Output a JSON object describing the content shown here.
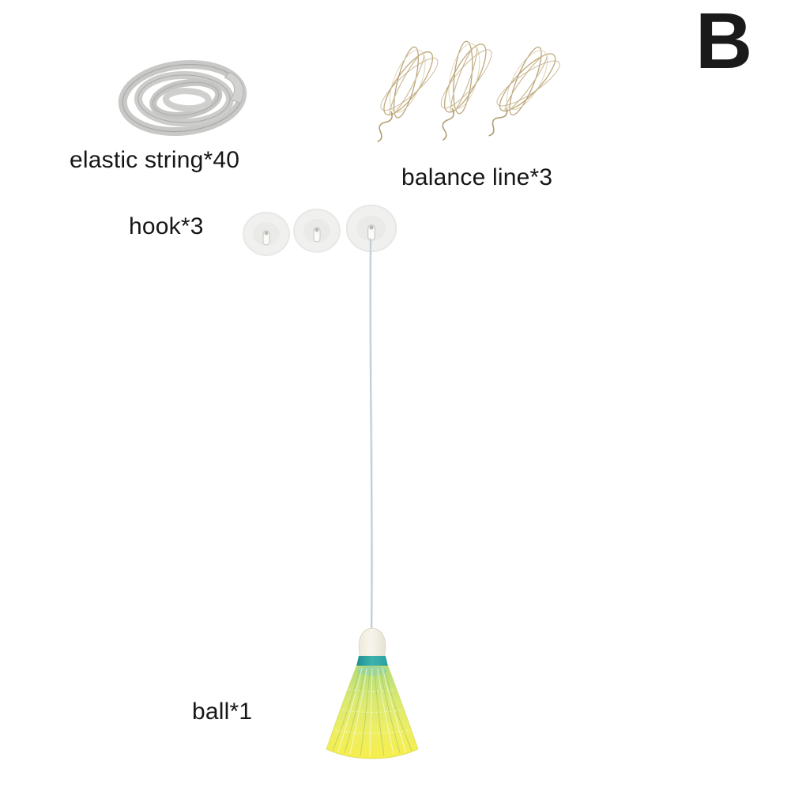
{
  "page": {
    "background": "#ffffff",
    "variant_letter": "B"
  },
  "product_parts": {
    "elastic_string": {
      "label": "elastic string*40",
      "name": "elastic string",
      "quantity": "40"
    },
    "balance_line": {
      "label": "balance line*3",
      "name": "balance line",
      "quantity": "3"
    },
    "hook": {
      "label": "hook*3",
      "name": "hook",
      "quantity": "3"
    },
    "ball": {
      "label": "ball*1",
      "name": "ball",
      "quantity": "1"
    }
  },
  "colors": {
    "elastic_string_band": "#c8c8c6",
    "balance_line_wire": "#b9a478",
    "hook_disc": "#f0f0ee",
    "trainer_string": "#c3ced6",
    "shuttle_cap": "#f2efe5",
    "shuttle_band_teal": "#2fa3a0",
    "shuttle_skirt_green": "#aedc7d",
    "shuttle_skirt_yellow": "#f6ee4c",
    "label_text": "#161616"
  }
}
